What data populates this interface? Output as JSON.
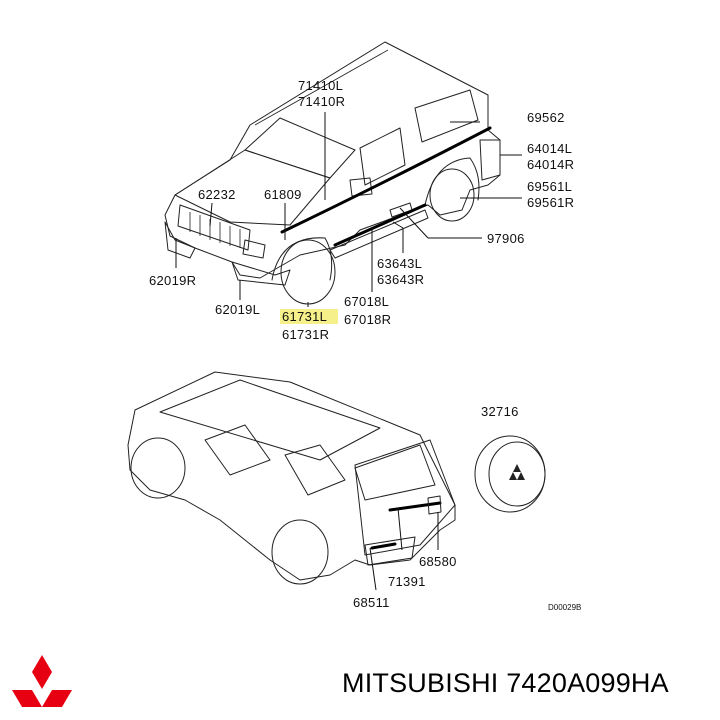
{
  "labels": {
    "l71410L": "71410L",
    "l71410R": "71410R",
    "l69562": "69562",
    "l64014L": "64014L",
    "l64014R": "64014R",
    "l69561L": "69561L",
    "l69561R": "69561R",
    "l62232": "62232",
    "l61809": "61809",
    "l97906": "97906",
    "l63643L": "63643L",
    "l63643R": "63643R",
    "l62019R": "62019R",
    "l62019L": "62019L",
    "l67018L": "67018L",
    "l67018R": "67018R",
    "l61731L": "61731L",
    "l61731R": "61731R",
    "l32716": "32716",
    "l68580": "68580",
    "l71391": "71391",
    "l68511": "68511"
  },
  "diagram_code": "D00029B",
  "caption": "MITSUBISHI 7420A099HA",
  "highlight_color": "#f6f08a",
  "logo_color": "#e60012"
}
